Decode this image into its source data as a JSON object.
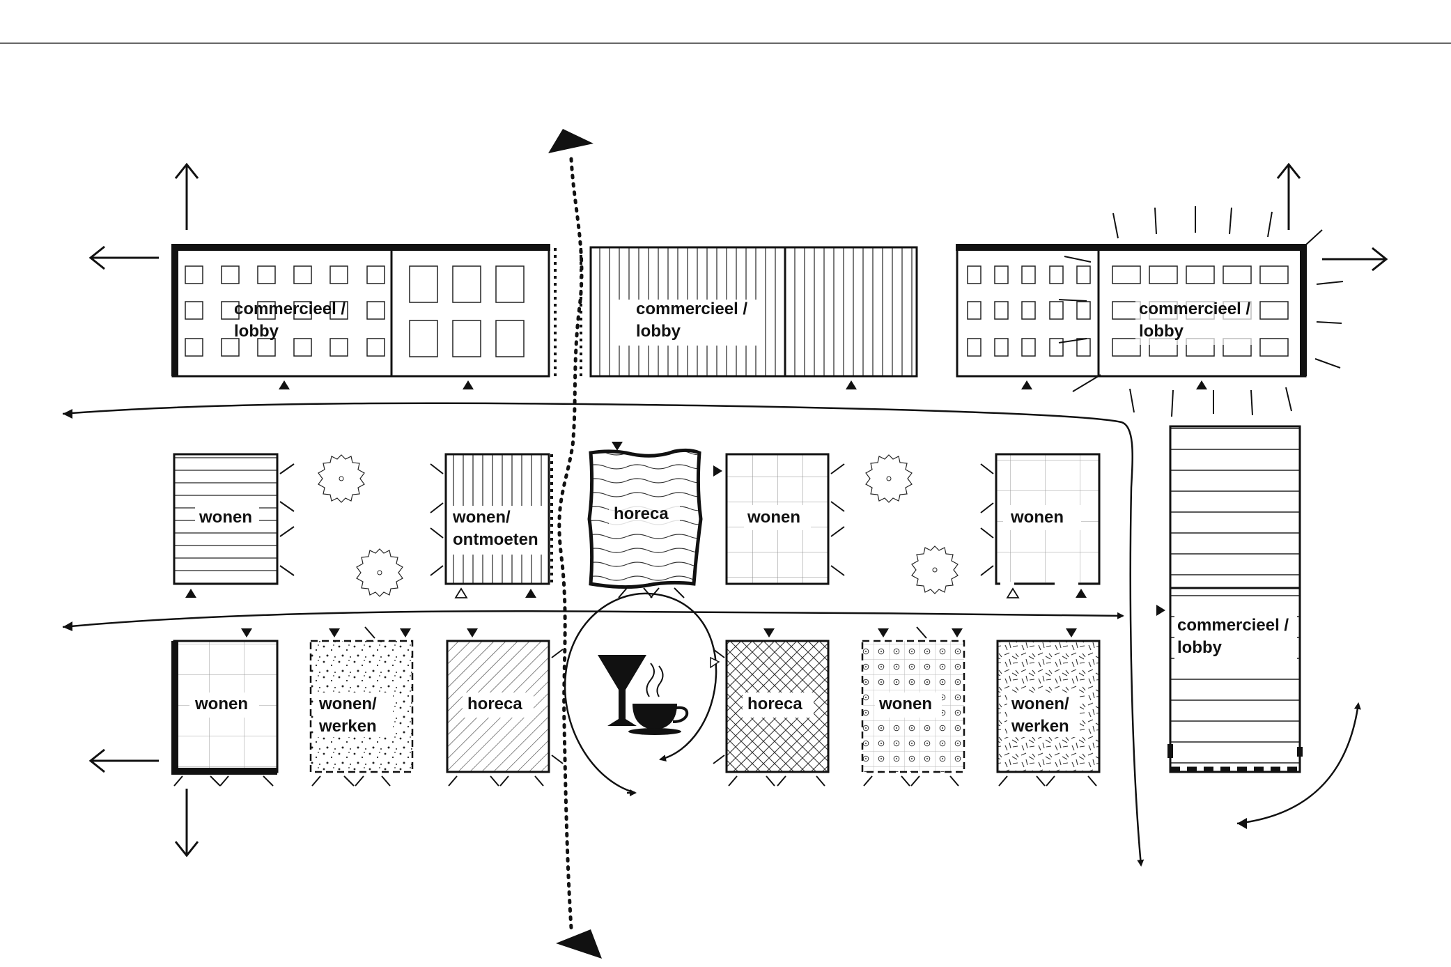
{
  "colors": {
    "ink": "#111111",
    "background": "#ffffff"
  },
  "labels": {
    "top_left": "commercieel /\nlobby",
    "top_mid": "commercieel /\nlobby",
    "top_right": "commercieel /\nlobby",
    "right_tower": "commercieel /\nlobby",
    "mid_1": "wonen",
    "mid_2": "wonen/\nontmoeten",
    "mid_3": "horeca",
    "mid_4": "wonen",
    "mid_5": "wonen",
    "bot_1": "wonen",
    "bot_2": "wonen/\nwerken",
    "bot_3": "horeca",
    "bot_4": "horeca",
    "bot_5": "wonen",
    "bot_6": "wonen/\nwerken"
  },
  "icons": [
    "cocktail-glass-icon",
    "coffee-cup-icon",
    "tree-icon",
    "entrance-triangle-icon",
    "arrow-icon"
  ]
}
